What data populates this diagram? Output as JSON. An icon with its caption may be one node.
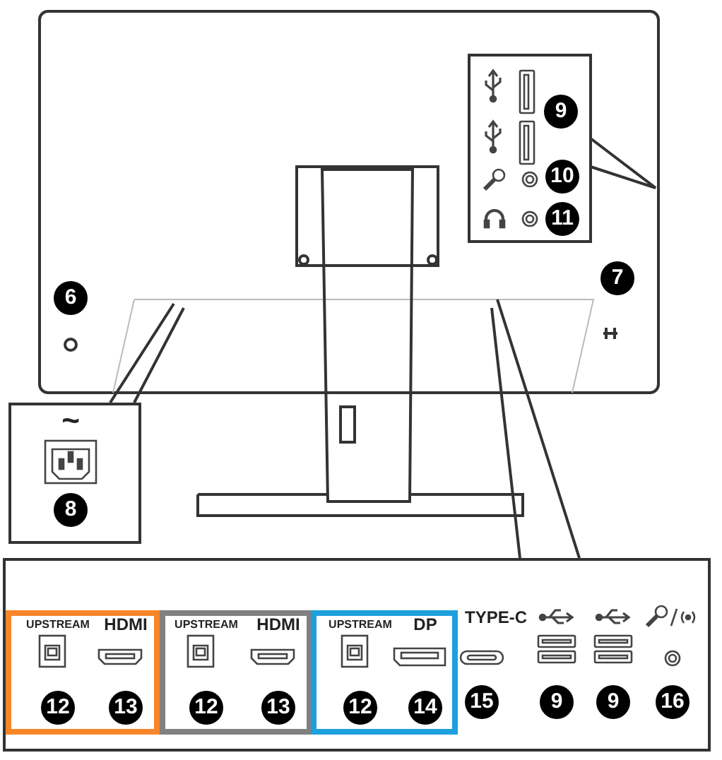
{
  "diagram": {
    "nodes": [
      {
        "text": [
          "9",
          "10",
          "11"
        ]
      },
      {
        "text": [
          "~",
          "8"
        ]
      },
      {
        "text": [
          "TYPE-C",
          "15",
          "9",
          "9",
          "16"
        ]
      },
      {
        "text": [
          "UPSTREAM",
          "HDMI",
          "12",
          "13"
        ],
        "in": 2
      },
      {
        "text": [
          "UPSTREAM",
          "HDMI",
          "12",
          "13"
        ],
        "in": 2
      },
      {
        "text": [
          "UPSTREAM",
          "DP",
          "12",
          "14"
        ],
        "in": 2
      }
    ],
    "edges": [],
    "labels": [
      "6",
      "7"
    ]
  }
}
